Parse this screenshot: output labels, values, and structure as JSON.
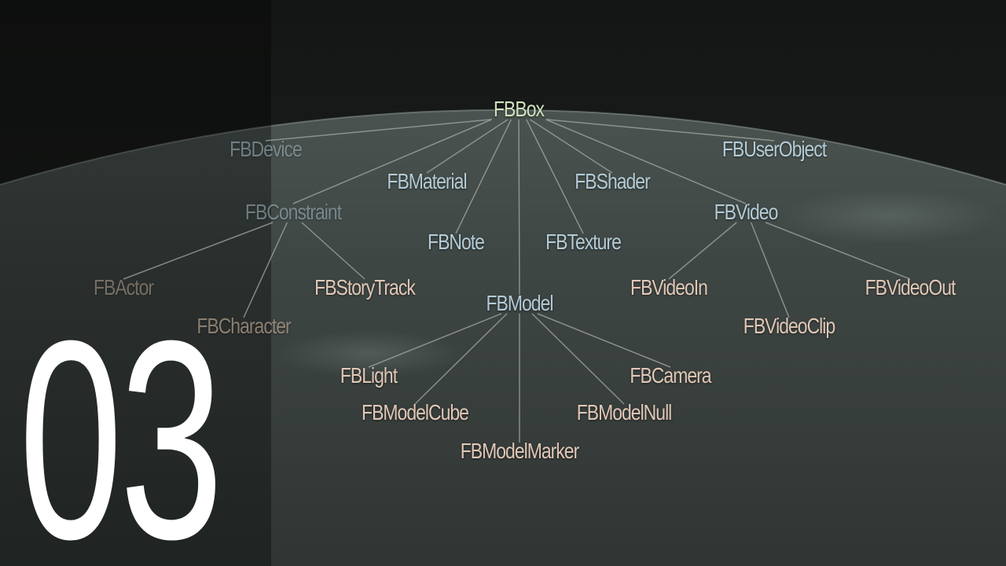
{
  "episode": "03",
  "diagram": {
    "nodes": [
      {
        "id": "fbbox",
        "label": "FBBox"
      },
      {
        "id": "fbdevice",
        "label": "FBDevice"
      },
      {
        "id": "fbmaterial",
        "label": "FBMaterial"
      },
      {
        "id": "fbshader",
        "label": "FBShader"
      },
      {
        "id": "fbuserobject",
        "label": "FBUserObject"
      },
      {
        "id": "fbconstraint",
        "label": "FBConstraint"
      },
      {
        "id": "fbnote",
        "label": "FBNote"
      },
      {
        "id": "fbtexture",
        "label": "FBTexture"
      },
      {
        "id": "fbvideo",
        "label": "FBVideo"
      },
      {
        "id": "fbactor",
        "label": "FBActor"
      },
      {
        "id": "fbcharacter",
        "label": "FBCharacter"
      },
      {
        "id": "fbstorytrack",
        "label": "FBStoryTrack"
      },
      {
        "id": "fbmodel",
        "label": "FBModel"
      },
      {
        "id": "fbvideoin",
        "label": "FBVideoIn"
      },
      {
        "id": "fbvideoclip",
        "label": "FBVideoClip"
      },
      {
        "id": "fbvideoout",
        "label": "FBVideoOut"
      },
      {
        "id": "fblight",
        "label": "FBLight"
      },
      {
        "id": "fbmodelcube",
        "label": "FBModelCube"
      },
      {
        "id": "fbmodelmarker",
        "label": "FBModelMarker"
      },
      {
        "id": "fbmodelnull",
        "label": "FBModelNull"
      },
      {
        "id": "fbcamera",
        "label": "FBCamera"
      }
    ],
    "edges": [
      [
        "fbbox",
        "fbdevice"
      ],
      [
        "fbbox",
        "fbmaterial"
      ],
      [
        "fbbox",
        "fbshader"
      ],
      [
        "fbbox",
        "fbuserobject"
      ],
      [
        "fbbox",
        "fbconstraint"
      ],
      [
        "fbbox",
        "fbnote"
      ],
      [
        "fbbox",
        "fbtexture"
      ],
      [
        "fbbox",
        "fbvideo"
      ],
      [
        "fbbox",
        "fbmodel"
      ],
      [
        "fbconstraint",
        "fbactor"
      ],
      [
        "fbconstraint",
        "fbcharacter"
      ],
      [
        "fbconstraint",
        "fbstorytrack"
      ],
      [
        "fbvideo",
        "fbvideoin"
      ],
      [
        "fbvideo",
        "fbvideoclip"
      ],
      [
        "fbvideo",
        "fbvideoout"
      ],
      [
        "fbmodel",
        "fblight"
      ],
      [
        "fbmodel",
        "fbmodelcube"
      ],
      [
        "fbmodel",
        "fbmodelmarker"
      ],
      [
        "fbmodel",
        "fbmodelnull"
      ],
      [
        "fbmodel",
        "fbcamera"
      ]
    ]
  }
}
